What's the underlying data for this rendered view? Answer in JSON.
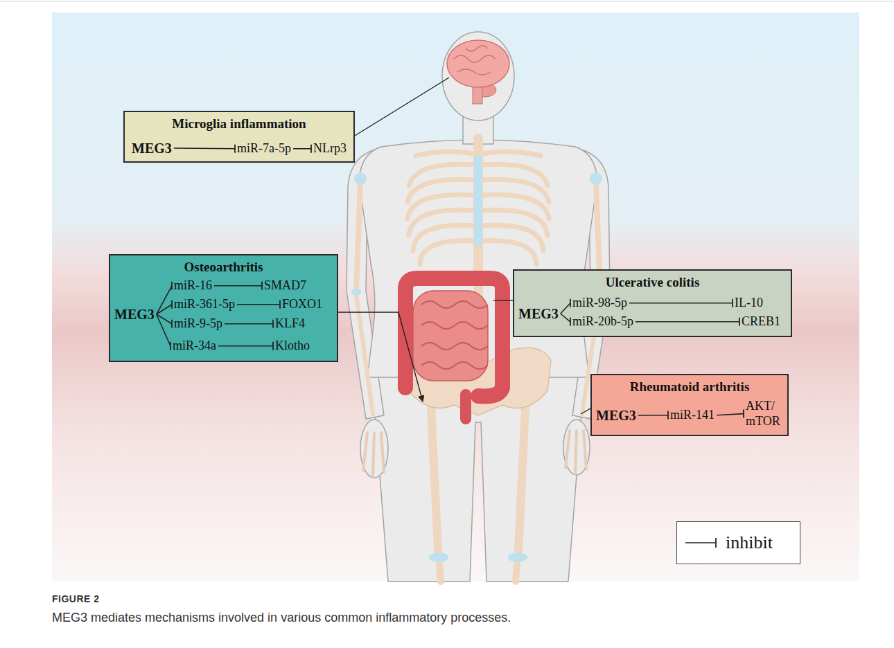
{
  "diagram": {
    "title": "FIGURE 2",
    "caption": "MEG3 mediates mechanisms involved in various common inflammatory processes.",
    "nodes": [
      {
        "text": [
          "Microglia inflammation"
        ]
      },
      {
        "text": [
          "MEG3"
        ],
        "in": 0
      },
      {
        "text": [
          "miR-7a-5p"
        ],
        "in": 0
      },
      {
        "text": [
          "NLrp3"
        ],
        "in": 0
      },
      {
        "text": [
          "Osteoarthritis"
        ]
      },
      {
        "text": [
          "MEG3"
        ],
        "in": 4
      },
      {
        "text": [
          "miR-16"
        ],
        "in": 4
      },
      {
        "text": [
          "SMAD7"
        ],
        "in": 4
      },
      {
        "text": [
          "miR-361-5p"
        ],
        "in": 4
      },
      {
        "text": [
          "FOXO1"
        ],
        "in": 4
      },
      {
        "text": [
          "miR-9-5p"
        ],
        "in": 4
      },
      {
        "text": [
          "KLF4"
        ],
        "in": 4
      },
      {
        "text": [
          "miR-34a"
        ],
        "in": 4
      },
      {
        "text": [
          "Klotho"
        ],
        "in": 4
      },
      {
        "text": [
          "Ulcerative colitis"
        ]
      },
      {
        "text": [
          "MEG3"
        ],
        "in": 14
      },
      {
        "text": [
          "miR-98-5p"
        ],
        "in": 14
      },
      {
        "text": [
          "IL-10"
        ],
        "in": 14
      },
      {
        "text": [
          "miR-20b-5p"
        ],
        "in": 14
      },
      {
        "text": [
          "CREB1"
        ],
        "in": 14
      },
      {
        "text": [
          "Rheumatoid arthritis"
        ]
      },
      {
        "text": [
          "MEG3"
        ],
        "in": 20
      },
      {
        "text": [
          "miR-141"
        ],
        "in": 20
      },
      {
        "text": [
          "AKT/ mTOR"
        ],
        "in": 20
      }
    ],
    "edges": [
      {
        "from": 1,
        "to": 2,
        "arrow": "to"
      },
      {
        "from": 2,
        "to": 3,
        "arrow": "to"
      },
      {
        "from": 5,
        "to": 6,
        "arrow": "to"
      },
      {
        "from": 6,
        "to": 7,
        "arrow": "to"
      },
      {
        "from": 5,
        "to": 8,
        "arrow": "to"
      },
      {
        "from": 8,
        "to": 9,
        "arrow": "to"
      },
      {
        "from": 5,
        "to": 10,
        "arrow": "to"
      },
      {
        "from": 10,
        "to": 11,
        "arrow": "to"
      },
      {
        "from": 5,
        "to": 12,
        "arrow": "to"
      },
      {
        "from": 12,
        "to": 13,
        "arrow": "to"
      },
      {
        "from": 15,
        "to": 16,
        "arrow": "to"
      },
      {
        "from": 16,
        "to": 17,
        "arrow": "to"
      },
      {
        "from": 15,
        "to": 18,
        "arrow": "to"
      },
      {
        "from": 18,
        "to": 19,
        "arrow": "to"
      },
      {
        "from": 21,
        "to": 22,
        "arrow": "to"
      },
      {
        "from": 22,
        "to": 23,
        "arrow": "to"
      }
    ],
    "legend": [
      {
        "text": "inhibit"
      }
    ]
  }
}
